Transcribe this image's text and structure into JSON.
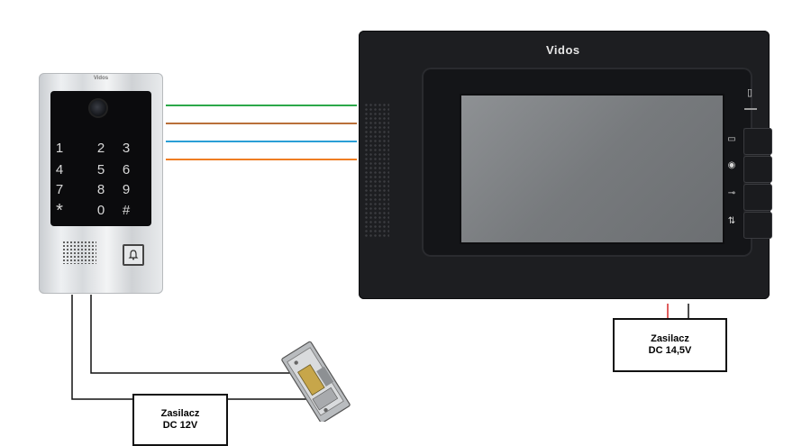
{
  "outdoor_station": {
    "brand": "Vidos",
    "keys": [
      "1",
      "2",
      "3",
      "4",
      "5",
      "6",
      "7",
      "8",
      "9",
      "*",
      "0",
      "#"
    ]
  },
  "monitor": {
    "brand": "Vidos",
    "buttons": [
      "intercom-icon",
      "monitor-icon",
      "key-icon",
      "unlock-icon"
    ]
  },
  "psu_monitor": {
    "line1": "Zasilacz",
    "line2": "DC 14,5V"
  },
  "psu_lock": {
    "line1": "Zasilacz",
    "line2": "DC 12V"
  },
  "wire_colors": {
    "bus": [
      "#2ca84a",
      "#b9703a",
      "#2a9fd6",
      "#ef7d22"
    ],
    "psu_positive": "#d62828",
    "psu_negative": "#111111"
  }
}
